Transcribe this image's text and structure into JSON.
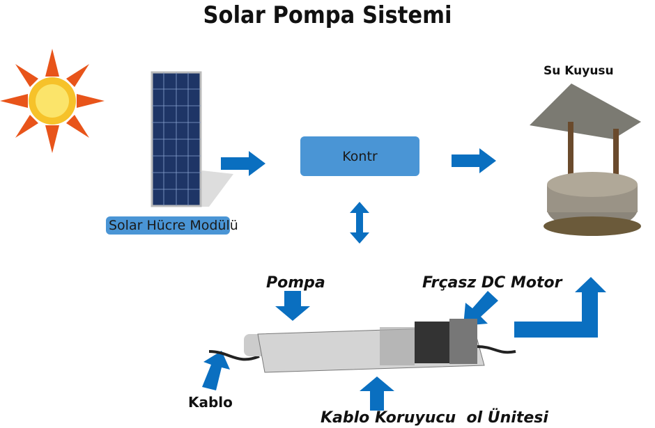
{
  "title": "Solar Pompa Sistemi",
  "labels": {
    "well": "Su Kuyusu",
    "controller": "Kontr",
    "solar_module_highlighted": "Solar Hücre Modül",
    "solar_module_rest": "ü",
    "pump": "Pompa",
    "motor": "Frçasz DC Motor",
    "cable": "Kablo",
    "control_unit": "Kablo Koruyucu  ol Ünitesi"
  },
  "colors": {
    "arrow": "#0a6fc0",
    "box": "#4a95d5"
  }
}
